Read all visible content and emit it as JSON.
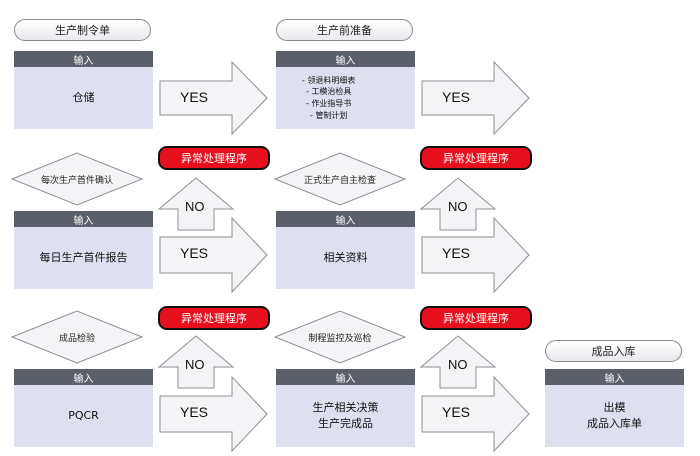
{
  "labels": {
    "input_header": "输入",
    "yes": "YES",
    "no": "NO",
    "exception": "异常处理程序"
  },
  "row1": {
    "left_title": "生产制令单",
    "left_body": "仓储",
    "right_title": "生产前准备",
    "right_items": [
      "领退料明细表",
      "工模治检具",
      "作业指导书",
      "管制计划"
    ]
  },
  "row2": {
    "left_decision": "每次生产首件确认",
    "left_body": "每日生产首件报告",
    "right_decision": "正式生产自主检查",
    "right_body": "相关资料"
  },
  "row3": {
    "left_decision": "成品检验",
    "left_body": "PQCR",
    "mid_decision": "制程监控及巡检",
    "mid_body_line1": "生产相关决策",
    "mid_body_line2": "生产完成品",
    "end_title": "成品入库",
    "end_body_line1": "出模",
    "end_body_line2": "成品入库单"
  },
  "colors": {
    "header_gray": "#5b5f6a",
    "body_lavender": "#dfe0ef",
    "exception_red": "#e5101c",
    "arrow_fill": "#f4f4f6"
  }
}
